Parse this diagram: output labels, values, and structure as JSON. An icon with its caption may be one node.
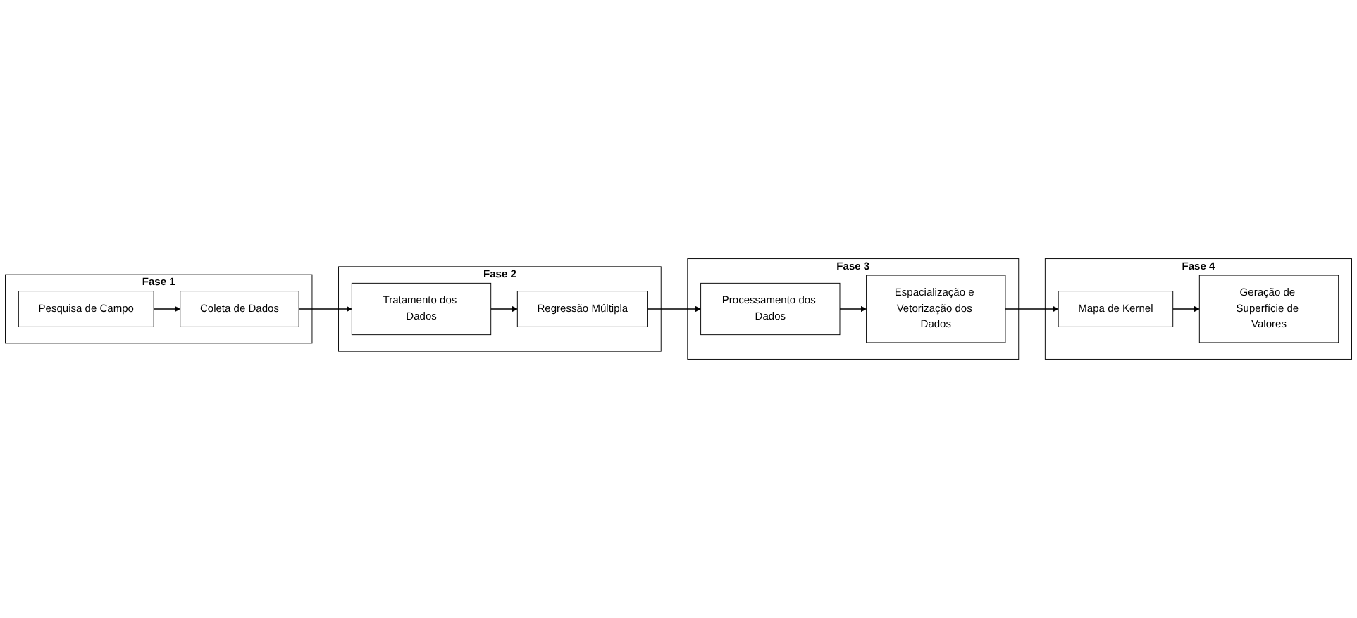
{
  "diagram": {
    "nodes": [
      {
        "text": [
          "Fase 1"
        ]
      },
      {
        "text": [
          "Pesquisa de Campo"
        ],
        "in": 0
      },
      {
        "text": [
          "Coleta de Dados"
        ],
        "in": 0
      },
      {
        "text": [
          "Fase 2"
        ]
      },
      {
        "text": [
          "Tratamento dos Dados"
        ],
        "in": 3
      },
      {
        "text": [
          "Regressão Múltipla"
        ],
        "in": 3
      },
      {
        "text": [
          "Fase 3"
        ]
      },
      {
        "text": [
          "Processamento dos Dados"
        ],
        "in": 6
      },
      {
        "text": [
          "Espacialização e Vetorização dos Dados"
        ],
        "in": 6
      },
      {
        "text": [
          "Fase 4"
        ]
      },
      {
        "text": [
          "Mapa de Kernel"
        ],
        "in": 9
      },
      {
        "text": [
          "Geração de Superfície de Valores"
        ],
        "in": 9
      }
    ],
    "edges": [
      {
        "from": 1,
        "to": 2,
        "arrow": "to"
      },
      {
        "from": 2,
        "to": 4,
        "arrow": "to"
      },
      {
        "from": 4,
        "to": 5,
        "arrow": "to"
      },
      {
        "from": 5,
        "to": 7,
        "arrow": "to"
      },
      {
        "from": 7,
        "to": 8,
        "arrow": "to"
      },
      {
        "from": 8,
        "to": 10,
        "arrow": "to"
      },
      {
        "from": 10,
        "to": 11,
        "arrow": "to"
      }
    ]
  }
}
